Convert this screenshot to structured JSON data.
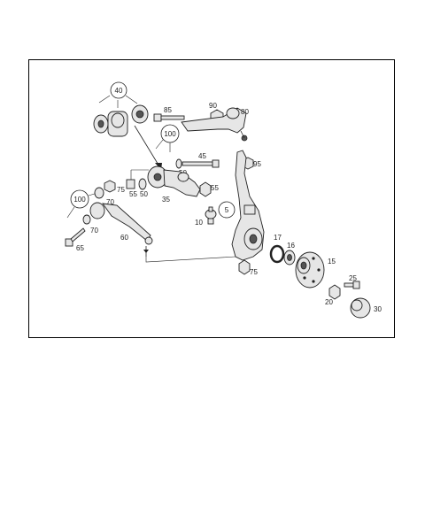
{
  "callouts": {
    "c40": "40",
    "c85": "85",
    "c90": "90",
    "c80": "80",
    "c100a": "100",
    "c45": "45",
    "c50a": "50",
    "c95": "95",
    "c55a": "55",
    "c50b": "50",
    "c35": "35",
    "c55b": "55",
    "c100b": "100",
    "c75a": "75",
    "c70a": "70",
    "c5": "5",
    "c10": "10",
    "c70b": "70",
    "c60": "60",
    "c65": "65",
    "c17": "17",
    "c16": "16",
    "c15": "15",
    "c75b": "75",
    "c25": "25",
    "c20": "20",
    "c30": "30"
  },
  "colors": {
    "line": "#222222",
    "part_fill": "#e6e6e6",
    "background": "#ffffff"
  }
}
